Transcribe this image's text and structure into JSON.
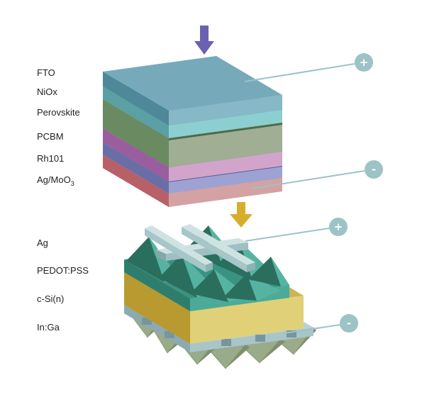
{
  "colors": {
    "arrow_top": "#6a62b0",
    "arrow_bottom": "#d8ad2c",
    "terminal": "#9cc3c6",
    "lead": "#9cc3c6"
  },
  "top_stack": {
    "labels": {
      "fto": "FTO",
      "niox": "NiOx",
      "perovskite": "Perovskite",
      "pcbm": "PCBM",
      "rh101": "Rh101",
      "agmoo3_main": "Ag/MoO",
      "agmoo3_sub": "3"
    },
    "terminals": {
      "positive": "+",
      "negative": "-"
    }
  },
  "bottom_stack": {
    "labels": {
      "ag": "Ag",
      "pedot": "PEDOT:PSS",
      "csi": "c-Si(n)",
      "inga": "In:Ga"
    },
    "terminals": {
      "positive": "+",
      "negative": "-"
    }
  }
}
